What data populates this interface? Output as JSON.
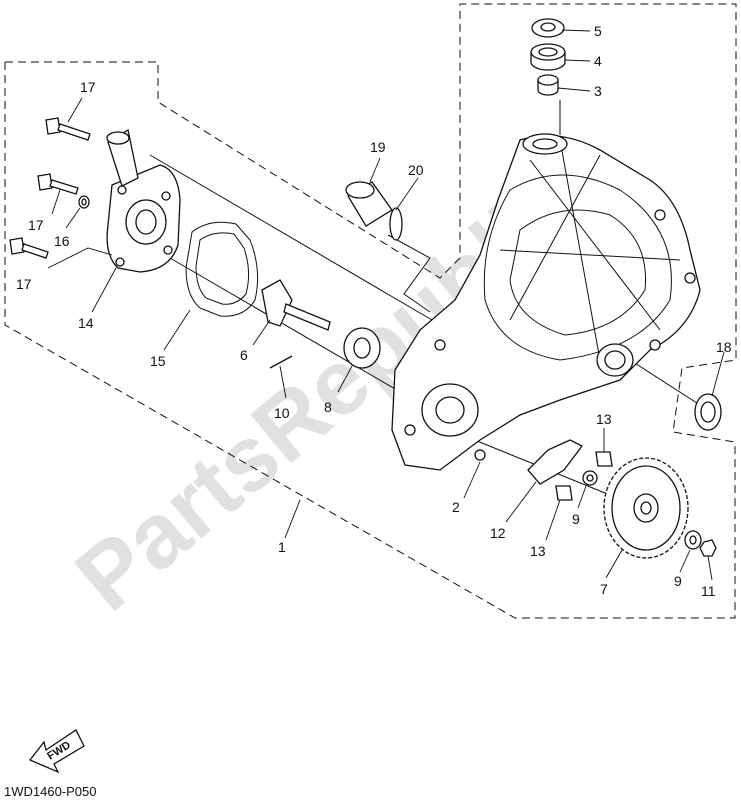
{
  "diagram": {
    "callouts": [
      {
        "id": "c1",
        "text": "1"
      },
      {
        "id": "c2",
        "text": "2"
      },
      {
        "id": "c3",
        "text": "3"
      },
      {
        "id": "c4",
        "text": "4"
      },
      {
        "id": "c5",
        "text": "5"
      },
      {
        "id": "c6",
        "text": "6"
      },
      {
        "id": "c7",
        "text": "7"
      },
      {
        "id": "c8",
        "text": "8"
      },
      {
        "id": "c9a",
        "text": "9"
      },
      {
        "id": "c9b",
        "text": "9"
      },
      {
        "id": "c10",
        "text": "10"
      },
      {
        "id": "c11",
        "text": "11"
      },
      {
        "id": "c12",
        "text": "12"
      },
      {
        "id": "c13a",
        "text": "13"
      },
      {
        "id": "c13b",
        "text": "13"
      },
      {
        "id": "c14",
        "text": "14"
      },
      {
        "id": "c15",
        "text": "15"
      },
      {
        "id": "c16",
        "text": "16"
      },
      {
        "id": "c17a",
        "text": "17"
      },
      {
        "id": "c17b",
        "text": "17"
      },
      {
        "id": "c17c",
        "text": "17"
      },
      {
        "id": "c18",
        "text": "18"
      },
      {
        "id": "c19",
        "text": "19"
      },
      {
        "id": "c20",
        "text": "20"
      }
    ],
    "diagram_code": "1WD1460-P050",
    "direction_label": "FWD",
    "watermark": "PartsRepublik",
    "colors": {
      "ink": "#111111",
      "watermark": "#dcdcdc",
      "background": "#ffffff"
    }
  }
}
